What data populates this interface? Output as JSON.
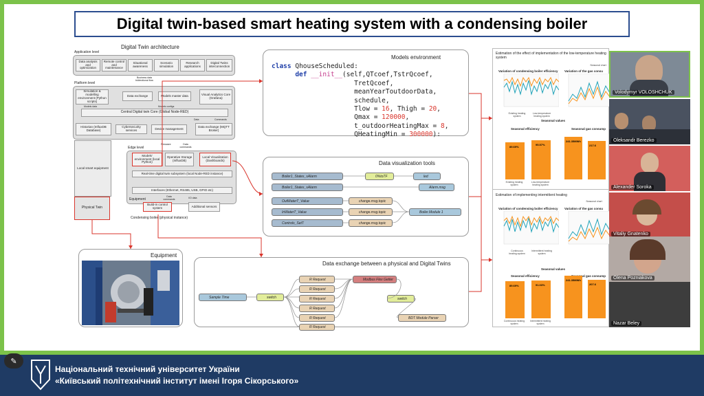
{
  "title": "Digital twin-based smart heating system with a condensing boiler",
  "architecture": {
    "title": "Digital Twin architecture",
    "app_level": "Application level",
    "app_items": [
      "Data analysis and optimization",
      "Remote control and maintenance",
      "Situational awareness",
      "Scenario simulation",
      "Research applications",
      "Digital Twins interconnection"
    ],
    "platform_level": "Platform level",
    "platform_items": [
      "Simulation & modelling environment (Python scripts)",
      "Data exchange",
      "Models master data",
      "Visual Analytics Core (Grafana)"
    ],
    "central_core": "Central Digital twin Core (Global Node-RED)",
    "lower_items": [
      "Historian (InfluxDB Database)",
      "Cybersecurity services",
      "Device management",
      "Data exchange (MQTT Broker)"
    ],
    "edge_level": "Edge level",
    "edge_items": [
      "Models' environment (local Python)",
      "Operative Storage (InfluxDB)",
      "Local Visualization (Dashboards)"
    ],
    "realtime": "Real-time digital twin subsystem (local Node-RED instance)",
    "interfaces": "Interfaces (Ethernet, RS485, USB, GPIO etc)",
    "equipment_label": "Equipment",
    "builtin": "Build-in control system",
    "additional_sensors": "Additional sensors",
    "condensing": "Condensing boiler (physical instance)",
    "local_smart": "Local smart equipment",
    "physical_twin": "Physical Twin",
    "conn": {
      "business": "Business data bidirectional flow",
      "models": "Models data",
      "models_configs": "Models configs",
      "data": "Data",
      "data2": "Data",
      "commands": "Commands",
      "firmware": "Firmware",
      "data_commands": "Data commands",
      "data_commands2": "Data commands",
      "io": "I/O data"
    }
  },
  "models_env": {
    "title": "Models environment",
    "code_class": "class",
    "code_name": "QhouseScheduled:",
    "code_def": "def",
    "code_init": "__init__",
    "code_args1": "(self,QTcoef,TstrQcoef,",
    "code_lines": [
      "TretQcoef,",
      "meanYearToutdoorData,",
      "schedule,"
    ],
    "tlow_label": "Tlow = ",
    "tlow": "16",
    "thigh_label": ", Thigh = ",
    "thigh": "20",
    "qmax_label": "Qmax = ",
    "qmax": "120000",
    "tout_label": "t_outdoorHeatingMax = ",
    "tout": "8",
    "qmin_label": "QHeatingMin = ",
    "qmin": "300000",
    "close": "):"
  },
  "viz_tools": {
    "title": "Data visualization tools",
    "nodes": [
      "Boiler1_States_sAlarm",
      "0%toTF",
      "led",
      "Boiler1_States_sAlarm",
      "Alarm.msg",
      "OutWaterT_Value",
      "change.msg.topic",
      "InWaterT_Value",
      "change.msg.topic",
      "Boiler.Module 1",
      "Controls_SetT",
      "change.msg.topic"
    ]
  },
  "exchange": {
    "title": "Data exchange between a physical and Digital Twins",
    "sample": "Sample Time",
    "switch1": "switch",
    "requests": [
      "R Request",
      "R Request",
      "R Request",
      "R Request",
      "R Request",
      "R Request"
    ],
    "modbus": "Modbus Flex Getter",
    "switch2": "switch",
    "parser": "BDT Module Parser"
  },
  "equipment": {
    "title": "Equipment"
  },
  "charts": {
    "top_title": "Estimation of the effect of implementation of the low-temperature heating system",
    "top_left_title": "Variation of condensing boiler efficiency",
    "top_right_title": "Variation of the gas consu",
    "top_legend1": "Existing heating system",
    "top_legend2": "Low-temperature heating system",
    "seasonal_values": "Seasonal values",
    "seasonal_chart": "Seasonal chart",
    "seasonal_efficiency": "Seasonal efficiency",
    "seasonal_gas": "Seasonal gas consump",
    "bars_top": [
      "89.69%",
      "95.57%"
    ],
    "bars_top_right": [
      "241.35MWh",
      "217.6"
    ],
    "bar_x_top": [
      "Existing heating system",
      "Low-temperature heating system"
    ],
    "bottom_title": "Estimation of implementing intermittent heating",
    "bottom_left_title": "Variation of condensing boiler efficiency",
    "bottom_right_title": "Variation of the gas consu",
    "bottom_legend1": "Continuous heating system",
    "bottom_legend2": "Intermittent heating system",
    "bars_bottom": [
      "89.69%",
      "91.03%"
    ],
    "bars_bottom_right": [
      "241.35MWh",
      "207.6"
    ],
    "bar_x_bottom": [
      "Continuous heating system",
      "Intermittent heating system"
    ]
  },
  "participants": [
    "Volodymyr VOLOSHCHUK",
    "Oleksandr Berezko",
    "Alexander Soroka",
    "Vitaliy Gnatenko",
    "Olena Pozniakova",
    "Nazar Beley"
  ],
  "footer": {
    "line1": "Національний технічний університет України",
    "line2": "«Київський політехнічний інститут імені Ігоря Сікорського»"
  },
  "colors": {
    "accent_red": "#d9342b",
    "series_teal": "#1fa2b8",
    "series_orange": "#f7931e",
    "footer": "#1f3b64",
    "background": "#7cc24a"
  }
}
